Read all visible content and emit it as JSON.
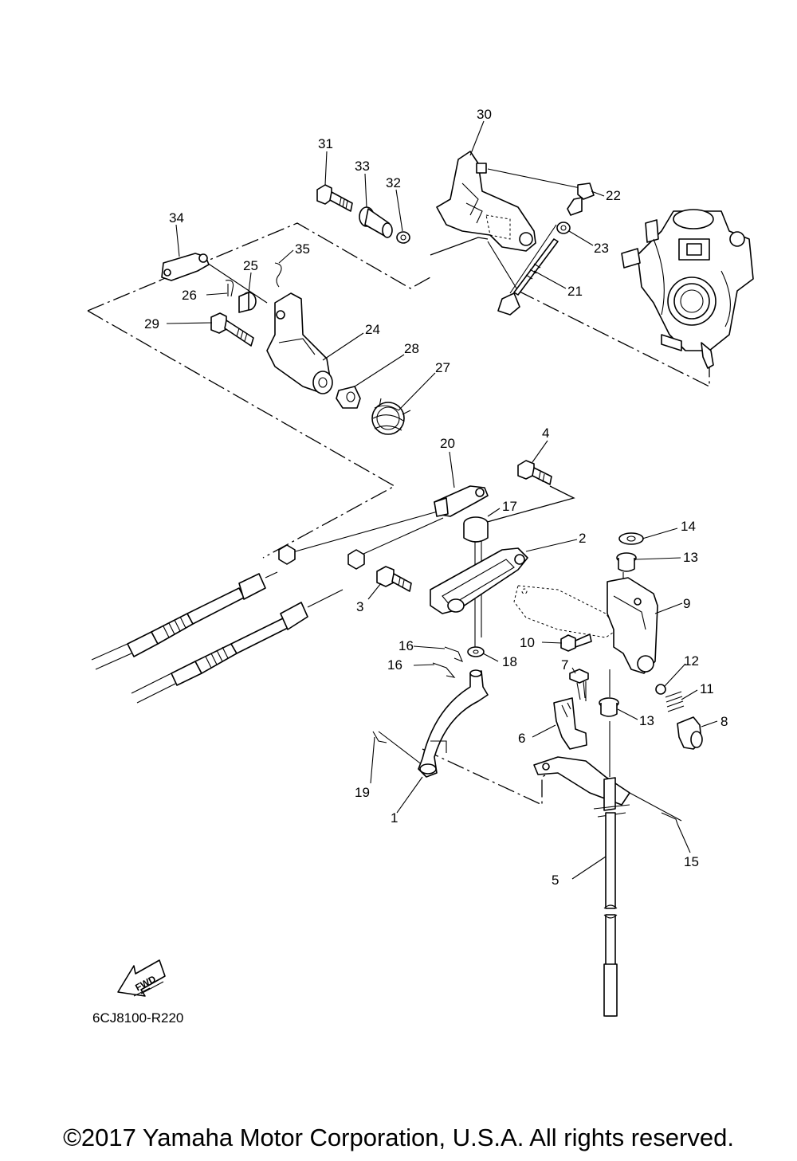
{
  "diagram_code": "6CJ8100-R220",
  "fwd_label": "FWD",
  "copyright": "©2017 Yamaha Motor Corporation, U.S.A. All rights reserved.",
  "callouts": {
    "p1": "1",
    "p2": "2",
    "p3": "3",
    "p4": "4",
    "p5": "5",
    "p6": "6",
    "p7": "7",
    "p8": "8",
    "p9": "9",
    "p10": "10",
    "p11": "11",
    "p12": "12",
    "p13a": "13",
    "p13b": "13",
    "p14": "14",
    "p15": "15",
    "p16a": "16",
    "p16b": "16",
    "p17": "17",
    "p18": "18",
    "p19": "19",
    "p20": "20",
    "p21": "21",
    "p22": "22",
    "p23": "23",
    "p24": "24",
    "p25": "25",
    "p26": "26",
    "p27": "27",
    "p28": "28",
    "p29": "29",
    "p30": "30",
    "p31": "31",
    "p32": "32",
    "p33": "33",
    "p34": "34",
    "p35": "35"
  }
}
